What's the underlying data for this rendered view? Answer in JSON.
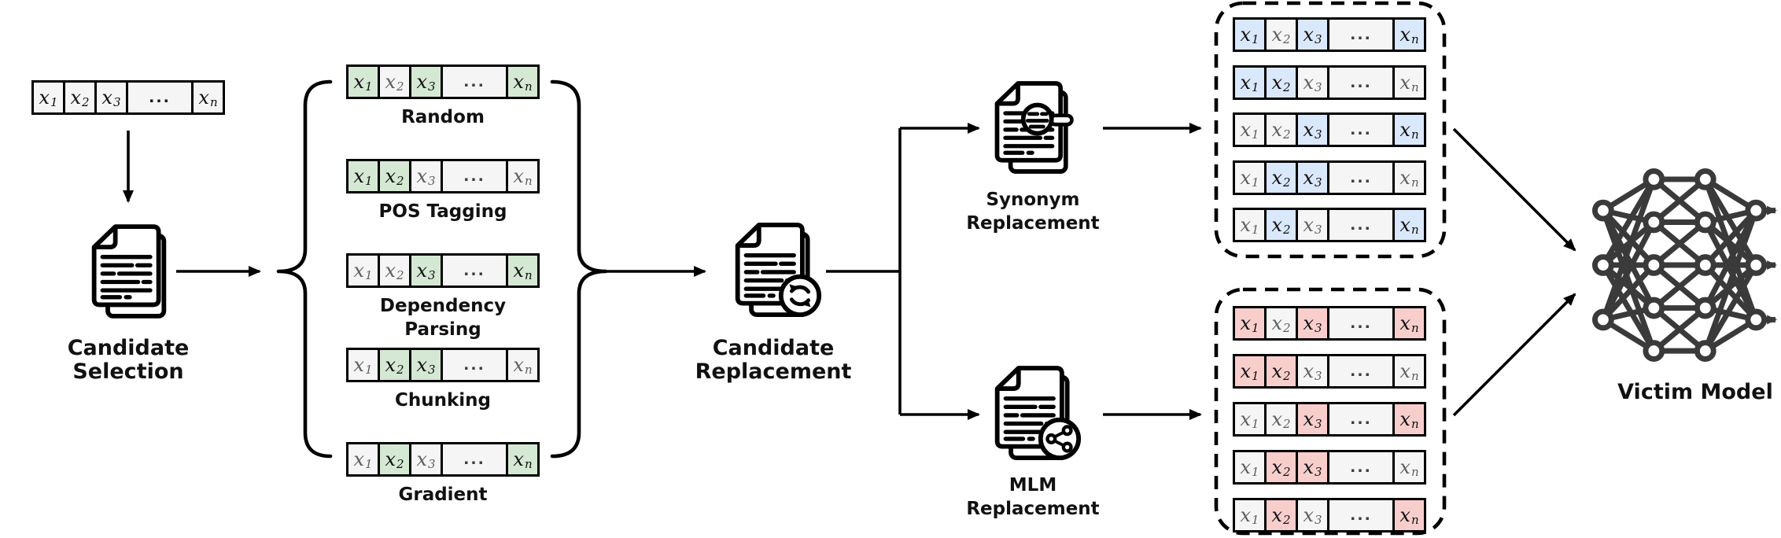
{
  "palette": {
    "cell_bg": "#f5f5f5",
    "green": "#d5e8d4",
    "blue": "#dae8fc",
    "red": "#f8cecc",
    "ink": "#000000",
    "muted_token": "#5f5f5f",
    "network": "#3a3a3a"
  },
  "token_template": [
    {
      "main": "x",
      "sub": "1"
    },
    {
      "main": "x",
      "sub": "2"
    },
    {
      "main": "x",
      "sub": "3"
    },
    {
      "ellipsis": "..."
    },
    {
      "main": "x",
      "sub": "n"
    }
  ],
  "input_sequence": {
    "highlights": []
  },
  "candidate_selection": {
    "label": "Candidate Selection"
  },
  "selection_strategies": {
    "highlight_color": "#d5e8d4",
    "items": [
      {
        "label": "Random",
        "highlights": [
          0,
          2,
          4
        ]
      },
      {
        "label": "POS Tagging",
        "highlights": [
          0,
          1
        ]
      },
      {
        "label": "Dependency Parsing",
        "highlights": [
          2,
          4
        ]
      },
      {
        "label": "Chunking",
        "highlights": [
          1,
          2
        ]
      },
      {
        "label": "Gradient",
        "highlights": [
          1,
          4
        ]
      }
    ]
  },
  "candidate_replacement": {
    "label": "Candidate Replacement"
  },
  "branches": {
    "synonym": {
      "line1": "Synonym",
      "line2": "Replacement",
      "highlight_color": "#dae8fc",
      "rows": [
        [
          0,
          2,
          4
        ],
        [
          0,
          1
        ],
        [
          2,
          4
        ],
        [
          1,
          2
        ],
        [
          1,
          4
        ]
      ]
    },
    "mlm": {
      "line1": "MLM",
      "line2": "Replacement",
      "highlight_color": "#f8cecc",
      "rows": [
        [
          0,
          2,
          4
        ],
        [
          0,
          1
        ],
        [
          2,
          4
        ],
        [
          1,
          2
        ],
        [
          1,
          4
        ]
      ]
    }
  },
  "victim_model": {
    "label": "Victim Model"
  }
}
